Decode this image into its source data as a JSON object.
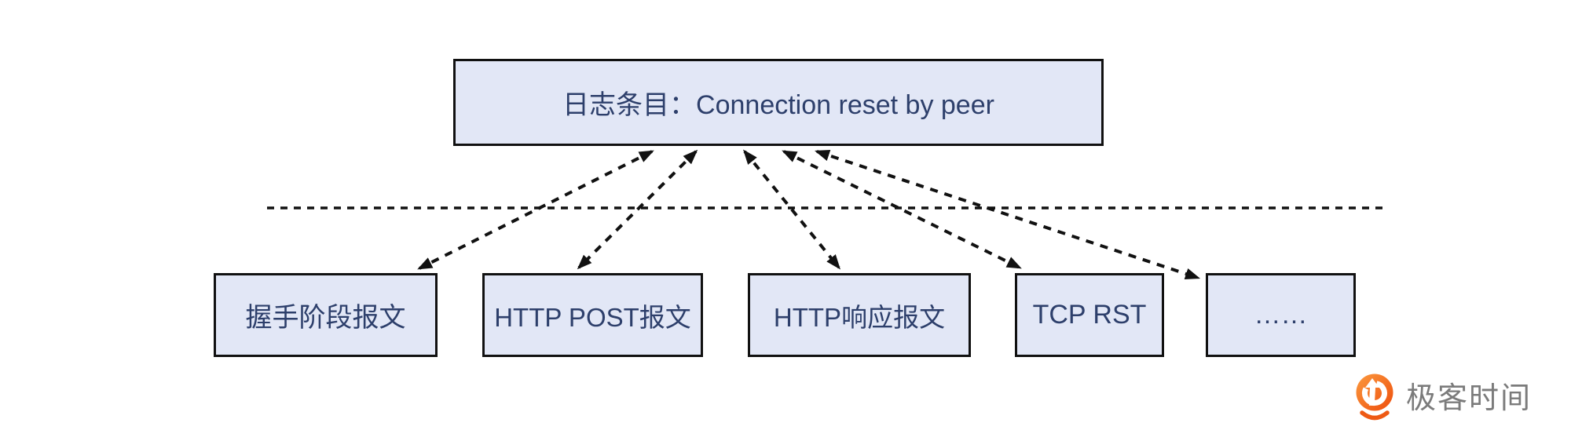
{
  "diagram": {
    "title": "log-entry-cause-mapping",
    "root_node": {
      "label": "日志条目：Connection reset by peer"
    },
    "separator": {
      "style": "dashed-horizontal"
    },
    "leaf_nodes": [
      {
        "label": "握手阶段报文"
      },
      {
        "label": "HTTP POST报文"
      },
      {
        "label": "HTTP响应报文"
      },
      {
        "label": "TCP RST"
      },
      {
        "label": "……"
      }
    ],
    "connections": [
      {
        "from": "root",
        "to": "leaf-1",
        "style": "dashed",
        "bidirectional": true
      },
      {
        "from": "root",
        "to": "leaf-2",
        "style": "dashed",
        "bidirectional": true
      },
      {
        "from": "root",
        "to": "leaf-3",
        "style": "dashed",
        "bidirectional": true
      },
      {
        "from": "root",
        "to": "leaf-4",
        "style": "dashed",
        "bidirectional": true
      },
      {
        "from": "root",
        "to": "leaf-5",
        "style": "dashed",
        "bidirectional": true
      }
    ]
  },
  "branding": {
    "logo_text": "极客时间",
    "logo_icon": "geektime-q-icon"
  },
  "colors": {
    "node_fill": "#e2e7f6",
    "node_border": "#111111",
    "node_text": "#2d3f6b",
    "line": "#111111",
    "logo_orange": "#f4691e",
    "logo_gray": "#7b7b7b",
    "background": "#ffffff"
  }
}
